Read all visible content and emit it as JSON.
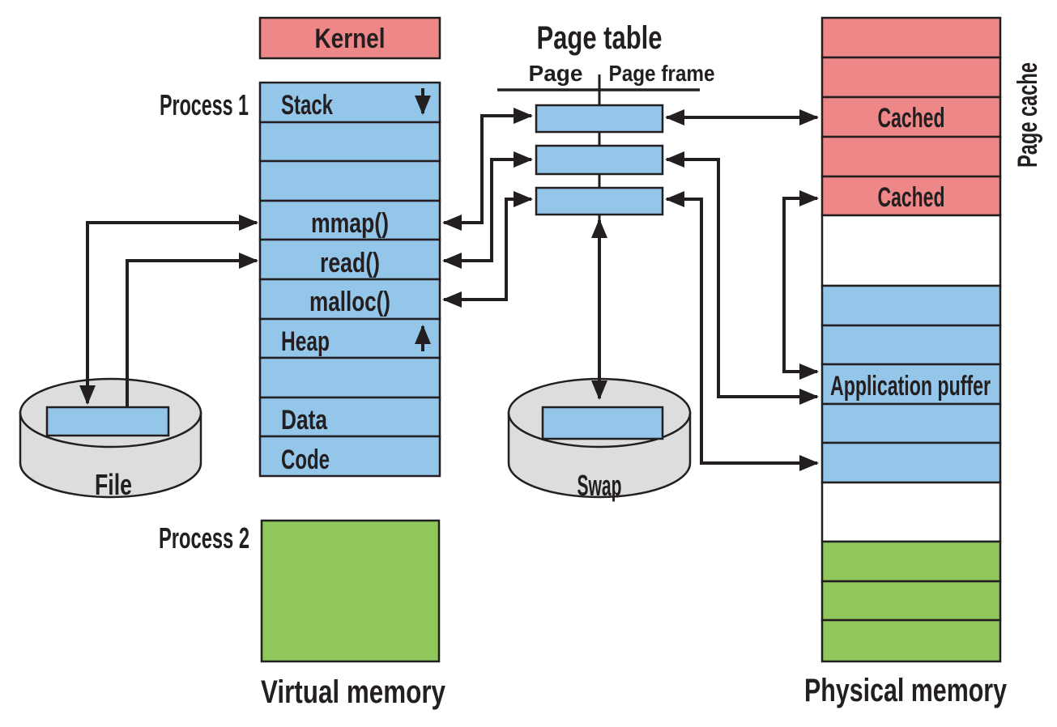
{
  "palette": {
    "process_blue": "#94c6ea",
    "kernel_red": "#ee8888",
    "process_green": "#8fc75c",
    "disk_gray": "#dcdddd",
    "free_white": "#ffffff",
    "line_black": "#231f20"
  },
  "virtual_memory": {
    "section_label": "Virtual memory",
    "kernel_label": "Kernel",
    "process1_label": "Process 1",
    "process2_label": "Process 2",
    "process1_rows": [
      "Stack",
      "",
      "",
      "mmap()",
      "read()",
      "malloc()",
      "Heap",
      "",
      "Data",
      "Code"
    ]
  },
  "page_table": {
    "title": "Page table",
    "column_page": "Page",
    "column_page_frame": "Page frame"
  },
  "storage": {
    "file_label": "File",
    "swap_label": "Swap"
  },
  "physical_memory": {
    "section_label": "Physical memory",
    "page_cache_label": "Page cache",
    "rows": [
      {
        "fill": "#ee8888",
        "label": ""
      },
      {
        "fill": "#ee8888",
        "label": ""
      },
      {
        "fill": "#ee8888",
        "label": "Cached"
      },
      {
        "fill": "#ee8888",
        "label": ""
      },
      {
        "fill": "#ee8888",
        "label": "Cached"
      },
      {
        "fill": "#ffffff",
        "label": ""
      },
      {
        "fill": "#94c6ea",
        "label": ""
      },
      {
        "fill": "#94c6ea",
        "label": ""
      },
      {
        "fill": "#94c6ea",
        "label": "Application puffer"
      },
      {
        "fill": "#94c6ea",
        "label": ""
      },
      {
        "fill": "#94c6ea",
        "label": ""
      },
      {
        "fill": "#ffffff",
        "label": ""
      },
      {
        "fill": "#8fc75c",
        "label": ""
      },
      {
        "fill": "#8fc75c",
        "label": ""
      },
      {
        "fill": "#8fc75c",
        "label": ""
      }
    ]
  }
}
